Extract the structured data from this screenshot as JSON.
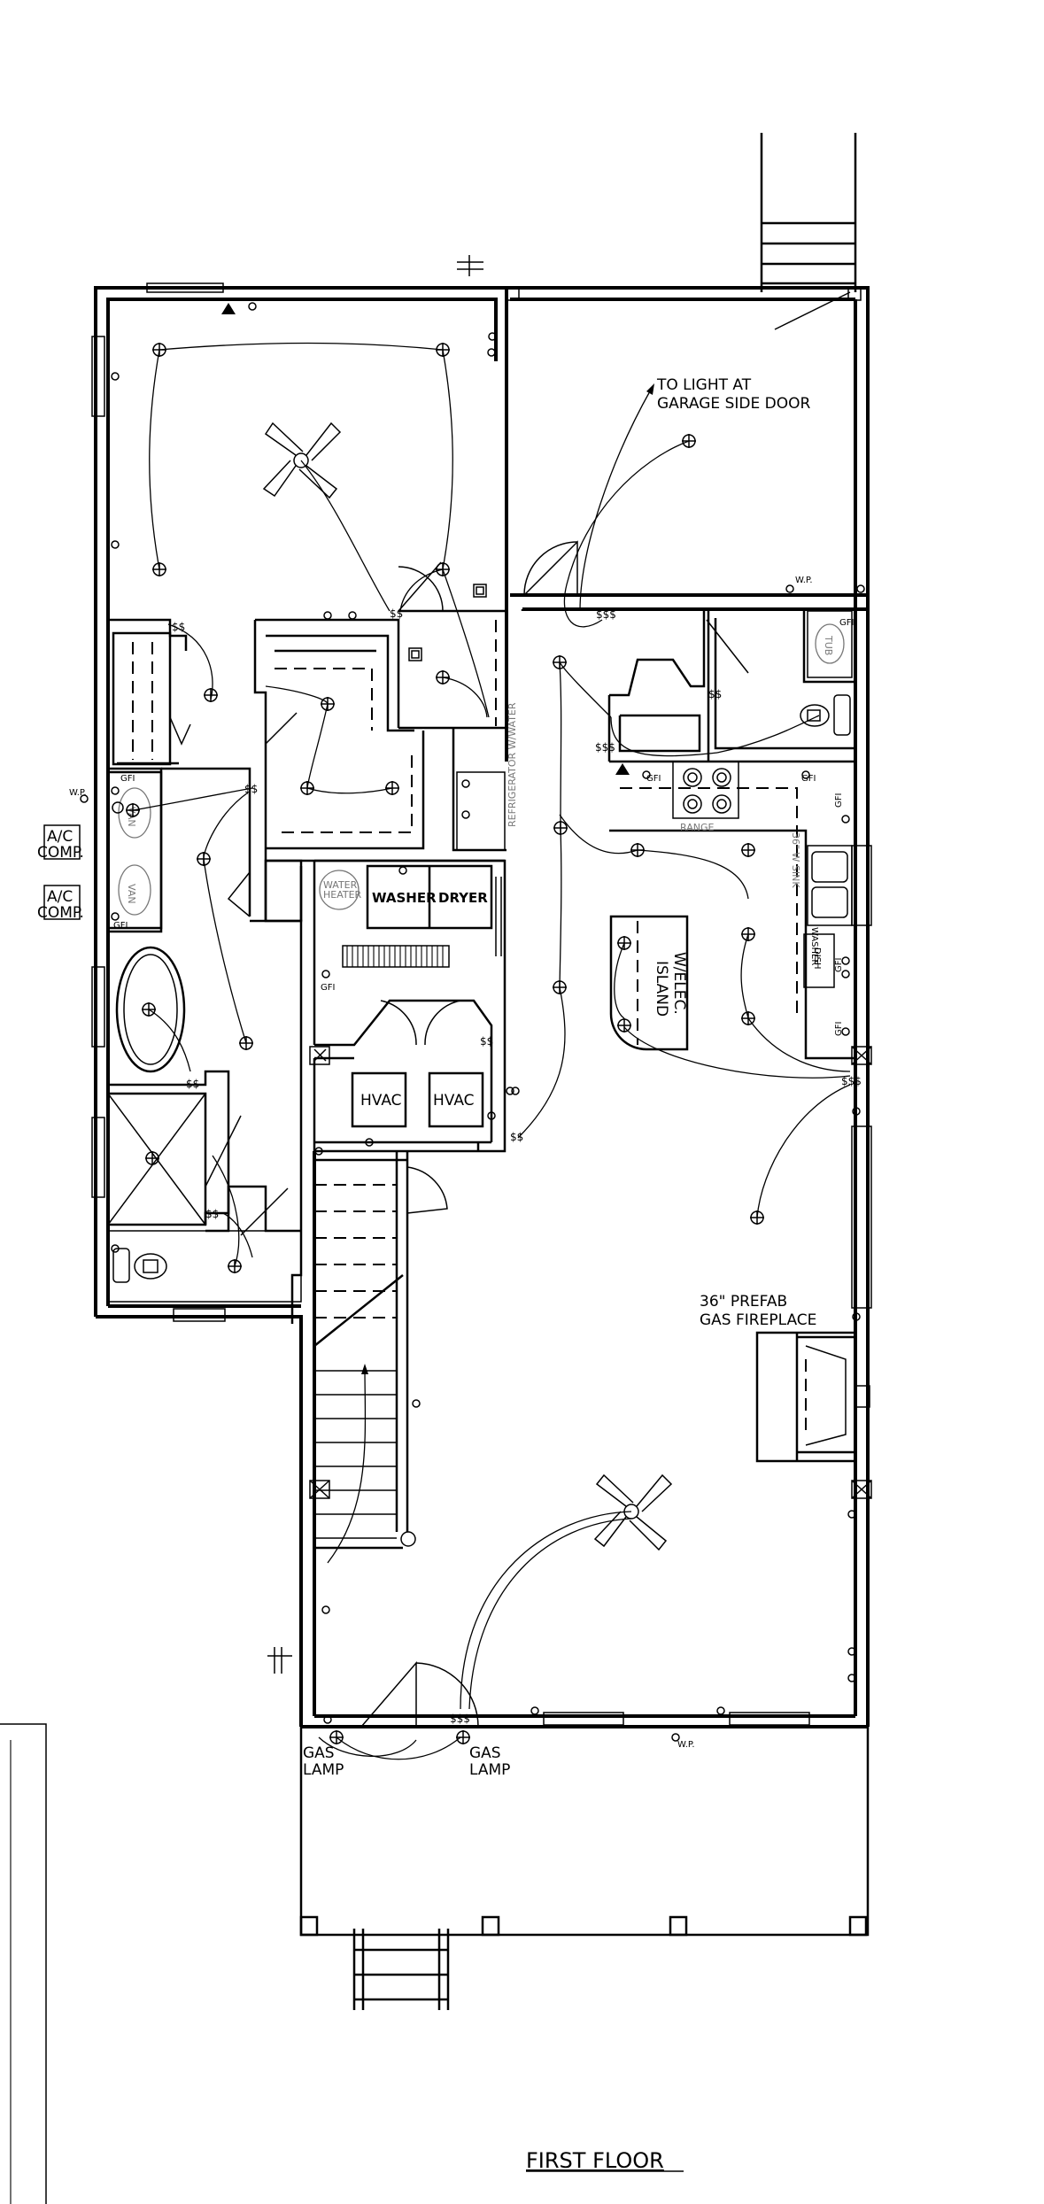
{
  "drawing": {
    "title": "FIRST FLOOR"
  },
  "labels": {
    "garage_note_line1": "TO LIGHT AT",
    "garage_note_line2": "GARAGE SIDE DOOR",
    "wp": "W.P.",
    "ac_line1": "A/C",
    "ac_line2": "COMP.",
    "gfi": "GFI",
    "washer": "WASHER",
    "dryer": "DRYER",
    "water_heater": "WATER HEATER",
    "hvac": "HVAC",
    "range": "RANGE",
    "refrigerator": "REFRIGERATOR W/WATER",
    "dishwasher_line1": "DISH",
    "dishwasher_line2": "WASHER",
    "sink": "36\" W SINK",
    "island_line1": "ISLAND",
    "island_line2": "W/ELEC.",
    "fireplace_line1": "36\" PREFAB",
    "fireplace_line2": "GAS FIREPLACE",
    "gas_lamp_line1": "GAS",
    "gas_lamp_line2": "LAMP",
    "tub": "TUB",
    "vanity": "VAN",
    "ss": "$$",
    "sss": "$$$"
  }
}
